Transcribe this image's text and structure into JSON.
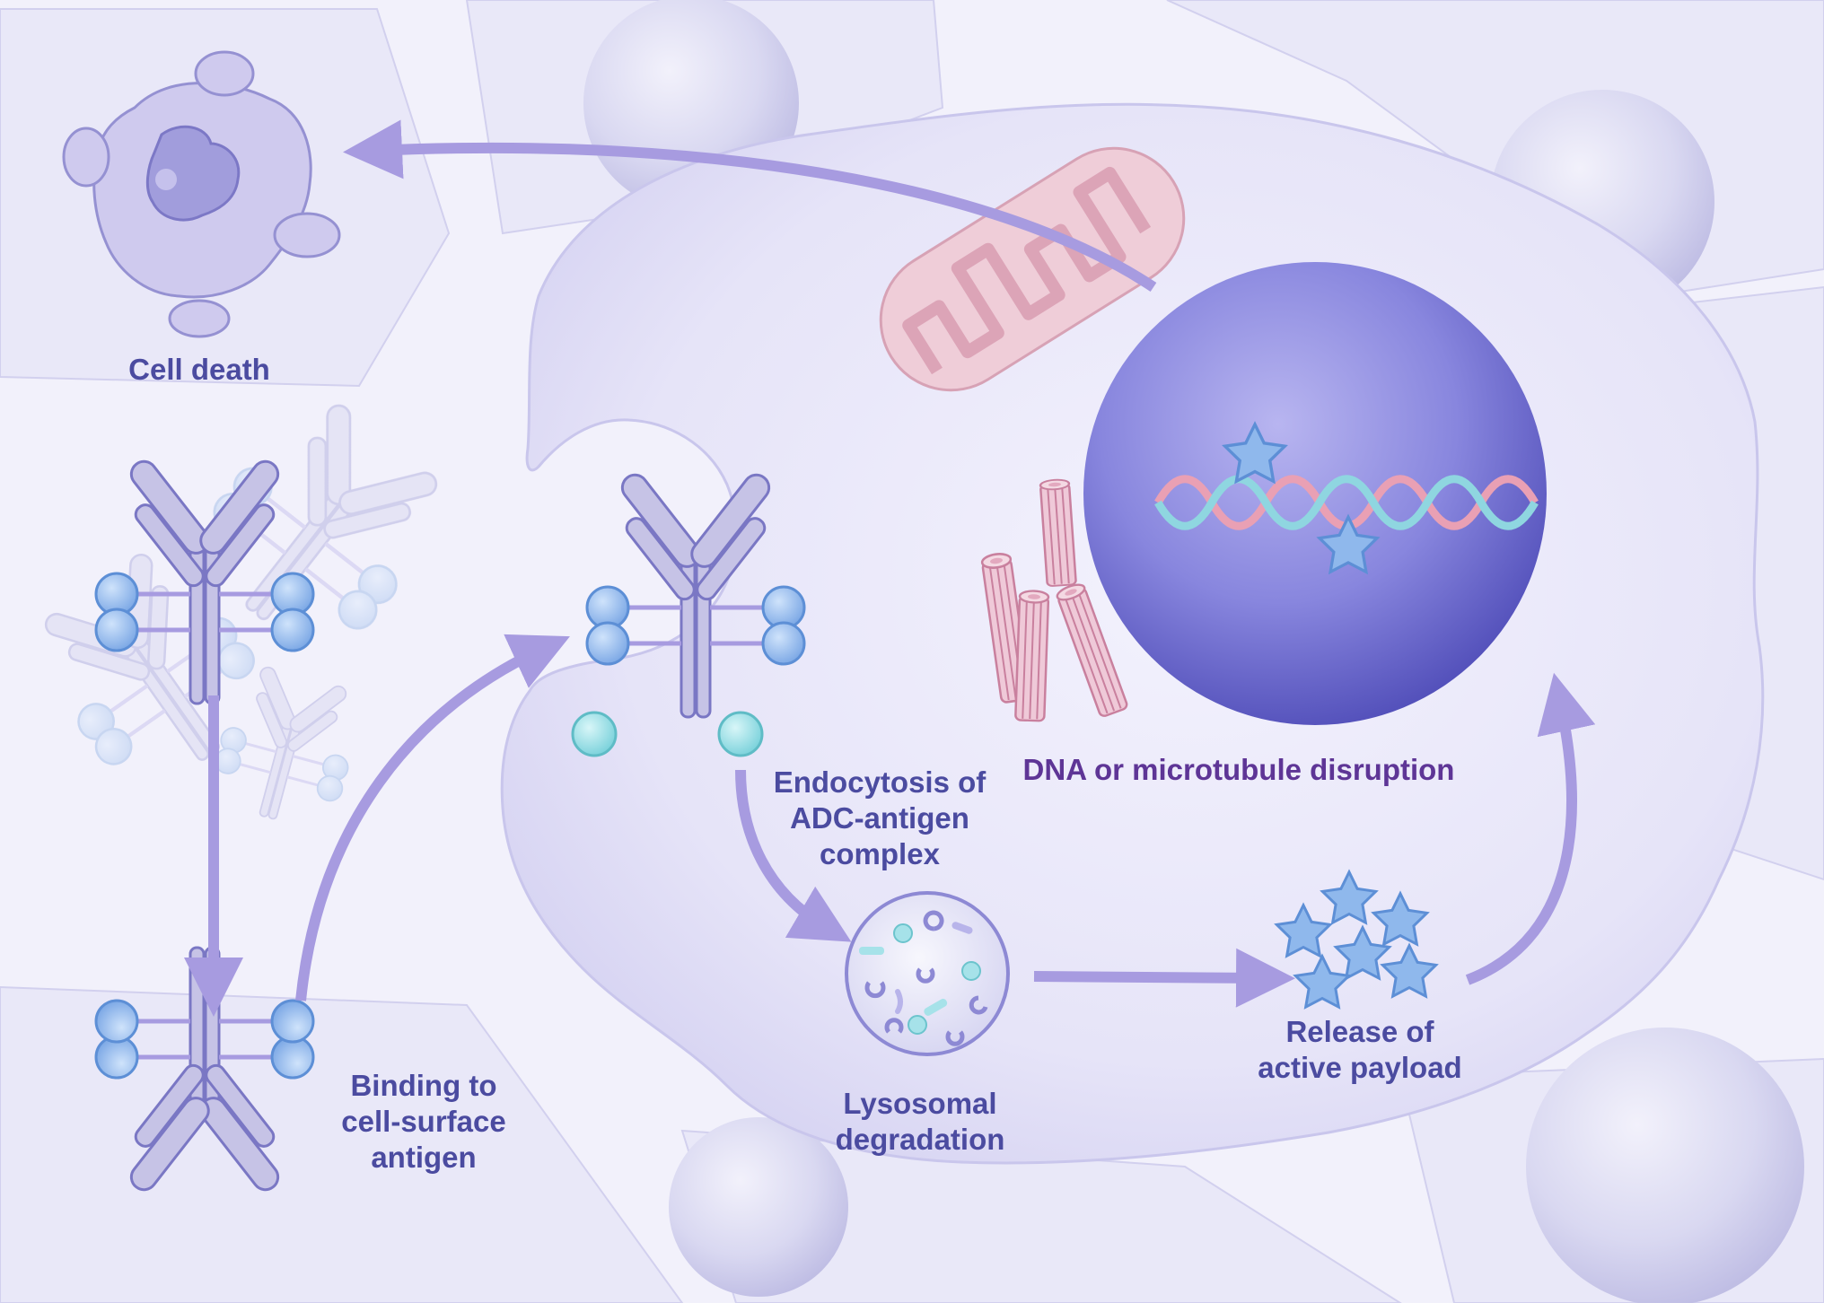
{
  "labels": {
    "cell_death": "Cell death",
    "binding": [
      "Binding to",
      "cell-surface",
      "antigen"
    ],
    "endocytosis": [
      "Endocytosis of",
      "ADC-antigen",
      "complex"
    ],
    "lysosomal": [
      "Lysosomal",
      "degradation"
    ],
    "release": [
      "Release of",
      "active payload"
    ],
    "disruption": "DNA or microtubule disruption"
  },
  "colors": {
    "text_blue": "#4b4ba0",
    "text_purple": "#5e3596",
    "arrow": "#a79be0",
    "antibody_fill": "#c6c3e6",
    "antibody_stroke": "#7a77c4",
    "payload_blue": "#8fb8ec",
    "antigen_teal": "#8fdde6",
    "nucleus": "#6a67cc",
    "mitochondria": "#e7b9c6",
    "microtubule": "#d894b0"
  },
  "icons": {
    "cell_death": "apoptotic-cell-icon",
    "antibody": "antibody-drug-conjugate-icon",
    "lysosome": "lysosome-icon",
    "payload": "star-payload-icon",
    "nucleus": "nucleus-icon",
    "dna": "dna-helix-icon",
    "mitochondrion": "mitochondrion-icon",
    "microtubule": "microtubule-icon"
  }
}
